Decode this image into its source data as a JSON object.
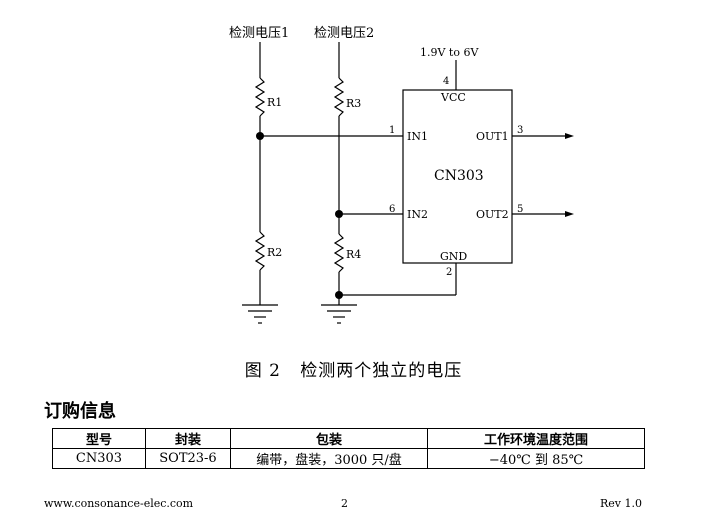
{
  "schematic": {
    "input1_label": "检测电压1",
    "input2_label": "检测电压2",
    "supply_label": "1.9V to 6V",
    "chip_name": "CN303",
    "vcc_label": "VCC",
    "gnd_label": "GND",
    "in1_label": "IN1",
    "in2_label": "IN2",
    "out1_label": "OUT1",
    "out2_label": "OUT2",
    "pin_vcc": "4",
    "pin_in1": "1",
    "pin_in2": "6",
    "pin_gnd": "2",
    "pin_out1": "3",
    "pin_out2": "5",
    "r1": "R1",
    "r2": "R2",
    "r3": "R3",
    "r4": "R4"
  },
  "caption": "图 2   检测两个独立的电压",
  "section_heading": "订购信息",
  "order_table": {
    "headers": [
      "型号",
      "封装",
      "包装",
      "工作环境温度范围"
    ],
    "rows": [
      [
        "CN303",
        "SOT23-6",
        "编带，盘装，3000 只/盘",
        "−40℃  到  85℃"
      ]
    ]
  },
  "footer": {
    "website": "www.consonance-elec.com",
    "page": "2",
    "revision": "Rev 1.0"
  }
}
